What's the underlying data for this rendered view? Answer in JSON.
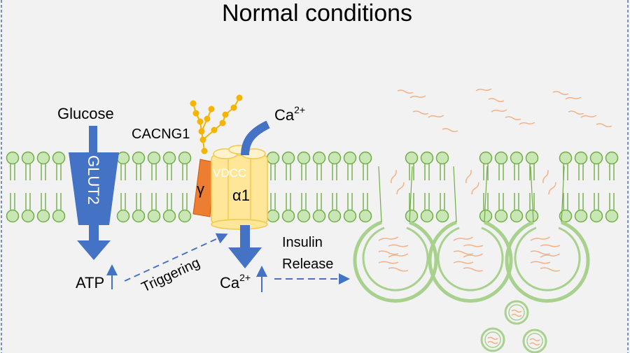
{
  "title": "Normal conditions",
  "labels": {
    "glucose": "Glucose",
    "glut2": "GLUT2",
    "cacng1": "CACNG1",
    "gamma": "γ",
    "vdcc": "VDCC",
    "alpha1": "α1",
    "ca_top_base": "Ca",
    "ca_top_sup": "2+",
    "ca_bottom_base": "Ca",
    "ca_bottom_sup": "2+",
    "atp": "ATP",
    "triggering": "Triggering",
    "insulin": "Insulin",
    "release": "Release"
  },
  "colors": {
    "background": "#f2f2f2",
    "frame_dash": "#4a6fb5",
    "lipid_head_fill": "#c9e7b4",
    "lipid_stroke": "#70ad47",
    "glut2": "#4472c4",
    "arrow_blue": "#4472c4",
    "gamma_subunit": "#ed7d31",
    "vdcc_channel": "#ffe699",
    "vdcc_stroke": "#f2c94c",
    "glycan": "#f4b400",
    "insulin": "#f4b183",
    "vesicle": "#a9d18e"
  }
}
